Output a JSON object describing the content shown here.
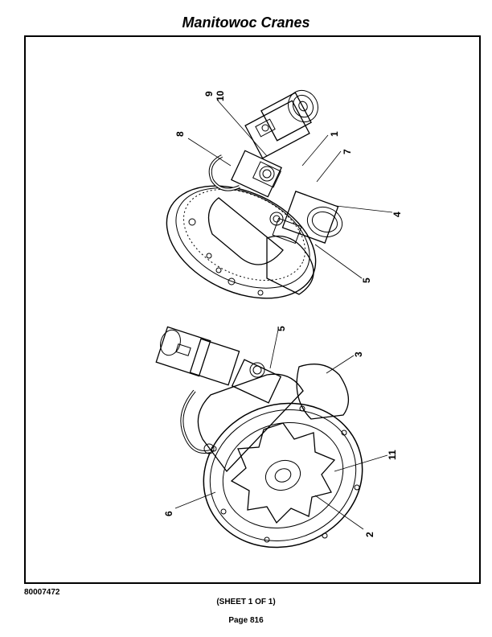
{
  "header": {
    "title": "Manitowoc Cranes"
  },
  "callouts": {
    "top_view": {
      "c9": "9",
      "c10": "10",
      "c8": "8",
      "c1": "1",
      "c7": "7",
      "c4": "4",
      "c5": "5"
    },
    "bottom_view": {
      "c5": "5",
      "c3": "3",
      "c11": "11",
      "c6": "6",
      "c2": "2"
    }
  },
  "footer": {
    "drawing_number": "80007472",
    "sheet": "(SHEET 1 OF 1)",
    "page": "Page 816"
  }
}
